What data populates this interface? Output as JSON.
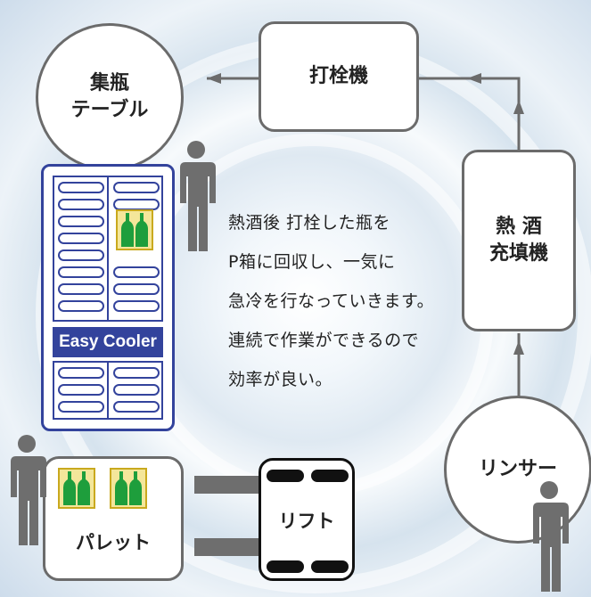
{
  "nodes": {
    "collection_table": "集瓶\nテーブル",
    "capper": "打栓機",
    "hot_filler": "熱 酒\n充填機",
    "rinser": "リンサー"
  },
  "cooler": {
    "label": "Easy Cooler"
  },
  "pallet": {
    "label": "パレット"
  },
  "lift": {
    "label": "リフト"
  },
  "description": [
    "熱酒後 打栓した瓶を",
    "P箱に回収し、一気に",
    "急冷を行なっていきます。",
    "連続で作業ができるので",
    "効率が良い。"
  ],
  "colors": {
    "node_border": "#6b6b6b",
    "cooler_blue": "#33439c",
    "bottle_green": "#1e9e3c",
    "case_yellow": "#f4e69a",
    "person_gray": "#6e6e6e"
  }
}
